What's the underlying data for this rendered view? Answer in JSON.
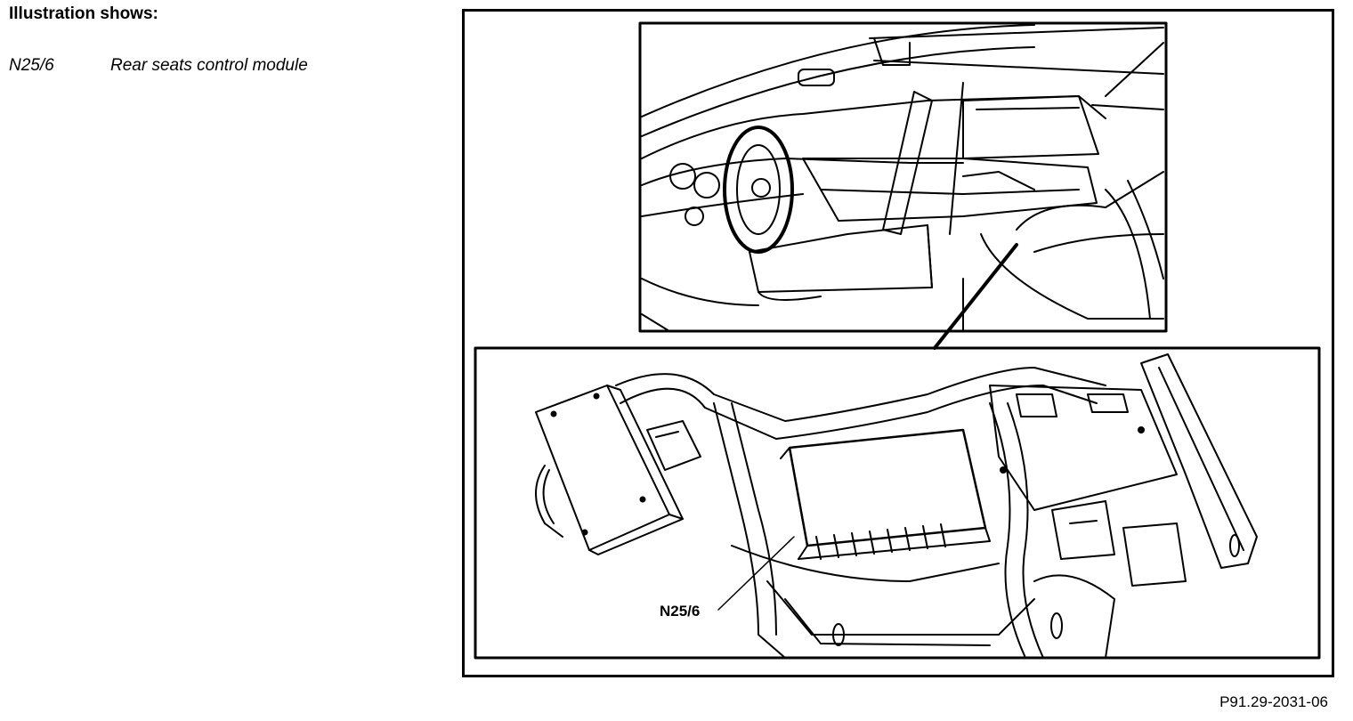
{
  "legend": {
    "heading": "Illustration shows:",
    "items": [
      {
        "code": "N25/6",
        "description": "Rear seats control module"
      }
    ]
  },
  "figure": {
    "callout_label": "N25/6",
    "figure_id": "P91.29-2031-06"
  }
}
